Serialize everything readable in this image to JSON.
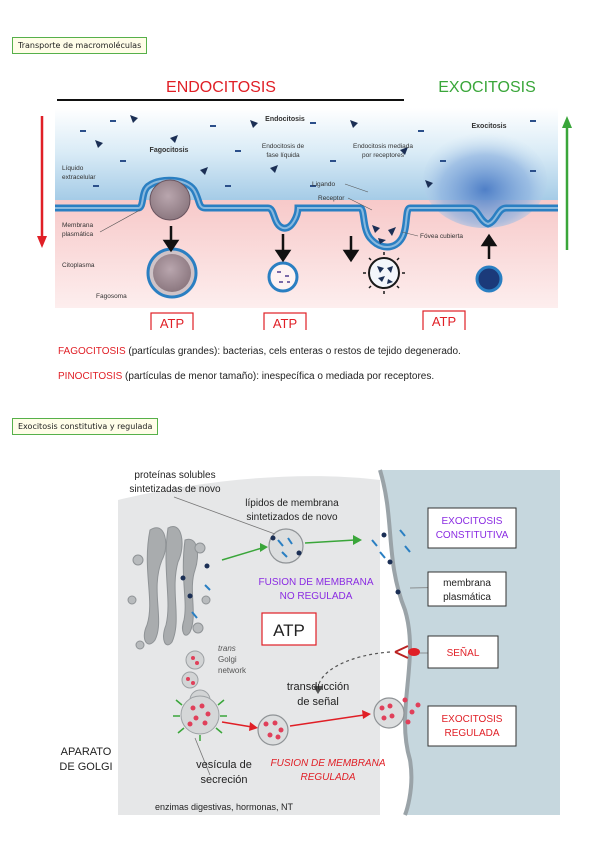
{
  "section1": {
    "tag": "Transporte de macromoléculas",
    "endocitosis_heading": "ENDOCITOSIS",
    "exocitosis_heading": "EXOCITOSIS",
    "labels": {
      "endocitosis": "Endocitosis",
      "fagocitosis": "Fagocitosis",
      "endo_fase_liquida": [
        "Endocitosis de",
        "fase líquida"
      ],
      "endo_mediada": [
        "Endocitosis mediada",
        "por receptores"
      ],
      "exocitosis": "Exocitosis",
      "liquido_extracelular": [
        "Líquido",
        "extracelular"
      ],
      "ligando": "Ligando",
      "receptor": "Receptor",
      "membrana_plasmatica": [
        "Membrana",
        "plasmática"
      ],
      "fovea_cubierta": "Fóvea cubierta",
      "citoplasma": "Citoplasma",
      "fagosoma": "Fagosoma"
    },
    "atp_labels": [
      "ATP",
      "ATP",
      "ATP"
    ],
    "caption1": {
      "highlight": "FAGOCITOSIS",
      "rest": " (partículas grandes): bacterias, cels enteras o restos de tejido degenerado."
    },
    "caption2": {
      "highlight": "PINOCITOSIS",
      "rest": " (partículas de menor tamaño): inespecífica o mediada por receptores."
    }
  },
  "section2": {
    "tag": "Exocitosis constitutiva y regulada",
    "proteinas": [
      "proteínas solubles",
      "sintetizadas de novo"
    ],
    "lipidos": [
      "lípidos de membrana",
      "sintetizados de novo"
    ],
    "exocitosis_constitutiva": [
      "EXOCITOSIS",
      "CONSTITUTIVA"
    ],
    "fusion_no_regulada": [
      "FUSION DE MEMBRANA",
      "NO REGULADA"
    ],
    "membrana_plasmatica": [
      "membrana",
      "plasmática"
    ],
    "atp": "ATP",
    "senal": "SEÑAL",
    "trans_golgi": [
      "trans",
      "Golgi",
      "network"
    ],
    "transduccion": [
      "transducción",
      "de señal"
    ],
    "exocitosis_regulada": [
      "EXOCITOSIS",
      "REGULADA"
    ],
    "aparato_golgi": [
      "APARATO",
      "DE GOLGI"
    ],
    "vesicula": [
      "vesícula de",
      "secreción"
    ],
    "fusion_regulada": [
      "FUSION DE MEMBRANA",
      "REGULADA"
    ],
    "enzimas": "enzimas digestivas, hormonas, NT"
  },
  "colors": {
    "red": "#e01f26",
    "green": "#3aa63a",
    "purple": "#8a2be2",
    "sky": "#cfe4f2",
    "cytoplasm": "#fbe0e0",
    "membrane_blue": "#2a7fc2"
  }
}
